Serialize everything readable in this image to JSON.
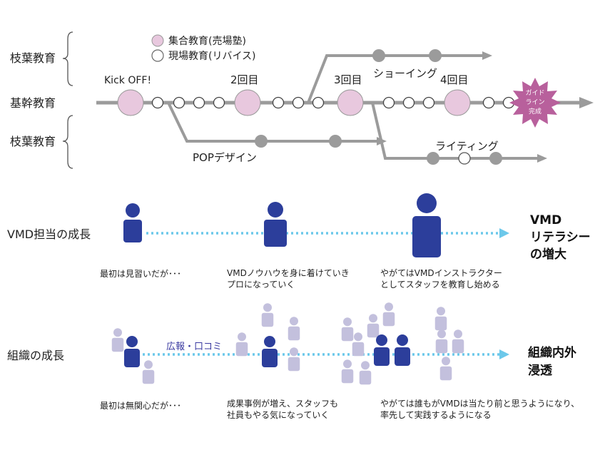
{
  "legend": {
    "training_label": "集合教育(売場塾)",
    "fieldwork_label": "現場教育(リバイス)"
  },
  "rows": {
    "branch_top": "枝葉教育",
    "core": "基幹教育",
    "branch_bottom": "枝葉教育"
  },
  "milestones": {
    "kickoff": "Kick OFF!",
    "second": "2回目",
    "third": "3回目",
    "fourth": "4回目"
  },
  "branches": {
    "showing": "ショーイング",
    "pop_design": "POPデザイン",
    "writing": "ライティング"
  },
  "badge": {
    "lines": [
      "ガイド",
      "ライン",
      "完成"
    ]
  },
  "vmd_growth": {
    "row_label": "VMD担当の成長",
    "result_lines": [
      "VMD",
      "リテラシー",
      "の増大"
    ],
    "stage1": [
      "最初は見習いだが･･･"
    ],
    "stage2": [
      "VMDノウハウを身に着けていき",
      "プロになっていく"
    ],
    "stage3": [
      "やがてはVMDインストラクター",
      "としてスタッフを教育し始める"
    ]
  },
  "org_growth": {
    "row_label": "組織の成長",
    "channel_label": "広報・口コミ",
    "result_lines": [
      "組織内外",
      "浸透"
    ],
    "stage1": [
      "最初は無関心だが･･･"
    ],
    "stage2": [
      "成果事例が増え、スタッフも",
      "社員もやる気になっていく"
    ],
    "stage3": [
      "やがては誰もがVMDは当たり前と思うようになり、",
      "率先して実践するようになる"
    ]
  },
  "colors": {
    "track": "#9b9b9b",
    "training_fill": "#e8c8de",
    "badge_fill": "#b8609c",
    "person_main": "#2c3e9b",
    "person_light": "#c3c0dd",
    "dotted_arrow": "#6cc8ea",
    "channel_text": "#3a3aa0"
  }
}
